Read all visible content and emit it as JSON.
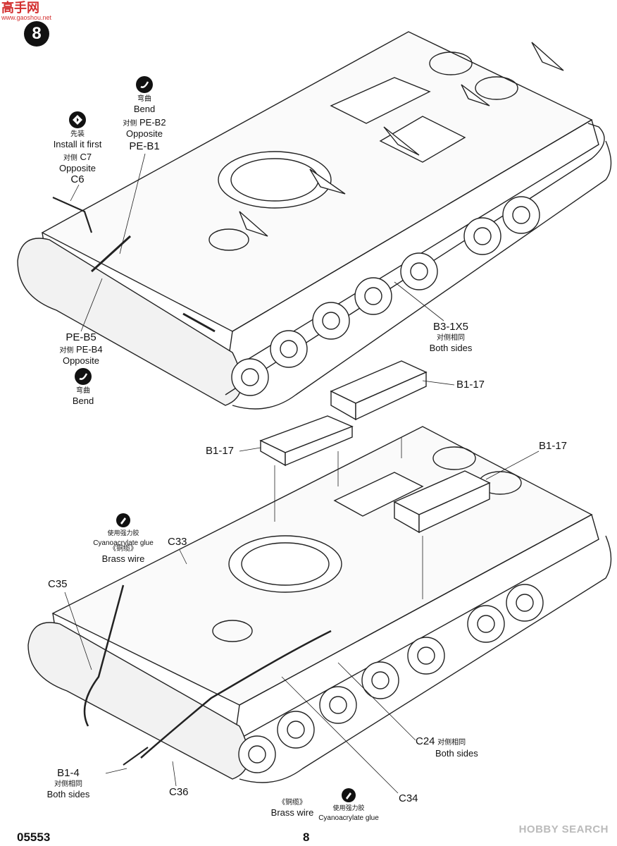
{
  "watermark": {
    "cn": "高手网",
    "en": "www.gaoshou.net"
  },
  "step_number": "8",
  "footer": {
    "code": "05553",
    "page": "8",
    "brand": "HOBBY SEARCH"
  },
  "upper": {
    "bend1": {
      "icon": "bend-icon",
      "cn": "弯曲",
      "en": "Bend"
    },
    "pe_b2": {
      "cn": "对侧",
      "en1": "PE-B2",
      "en2": "Opposite"
    },
    "pe_b1": "PE-B1",
    "install": {
      "icon": "install-first-icon",
      "cn": "先装",
      "en": "Install it first"
    },
    "c7": {
      "cn": "对侧",
      "en1": "C7",
      "en2": "Opposite"
    },
    "c6": "C6",
    "pe_b5": "PE-B5",
    "pe_b4": {
      "cn": "对侧",
      "en1": "PE-B4",
      "en2": "Opposite"
    },
    "bend2": {
      "icon": "bend-icon",
      "cn": "弯曲",
      "en": "Bend"
    },
    "b3": {
      "en": "B3-1X5",
      "cn": "对侧相同",
      "en2": "Both sides"
    }
  },
  "lower": {
    "b1_17_a": "B1-17",
    "b1_17_b": "B1-17",
    "b1_17_c": "B1-17",
    "glue1": {
      "icon": "glue-icon",
      "cn": "使用强力胶",
      "en": "Cyanoacrylate glue"
    },
    "wire1": {
      "cn": "《铜缆》",
      "en": "Brass wire"
    },
    "c33": "C33",
    "c35": "C35",
    "b1_4": {
      "en": "B1-4",
      "cn": "对侧相同",
      "en2": "Both sides"
    },
    "c36": "C36",
    "wire2": {
      "cn": "《铜缆》",
      "en": "Brass wire"
    },
    "glue2": {
      "icon": "glue-icon",
      "cn": "使用强力胶",
      "en": "Cyanoacrylate glue"
    },
    "c24": {
      "en": "C24",
      "cn": "对侧相同",
      "en2": "Both sides"
    },
    "c34": "C34"
  }
}
